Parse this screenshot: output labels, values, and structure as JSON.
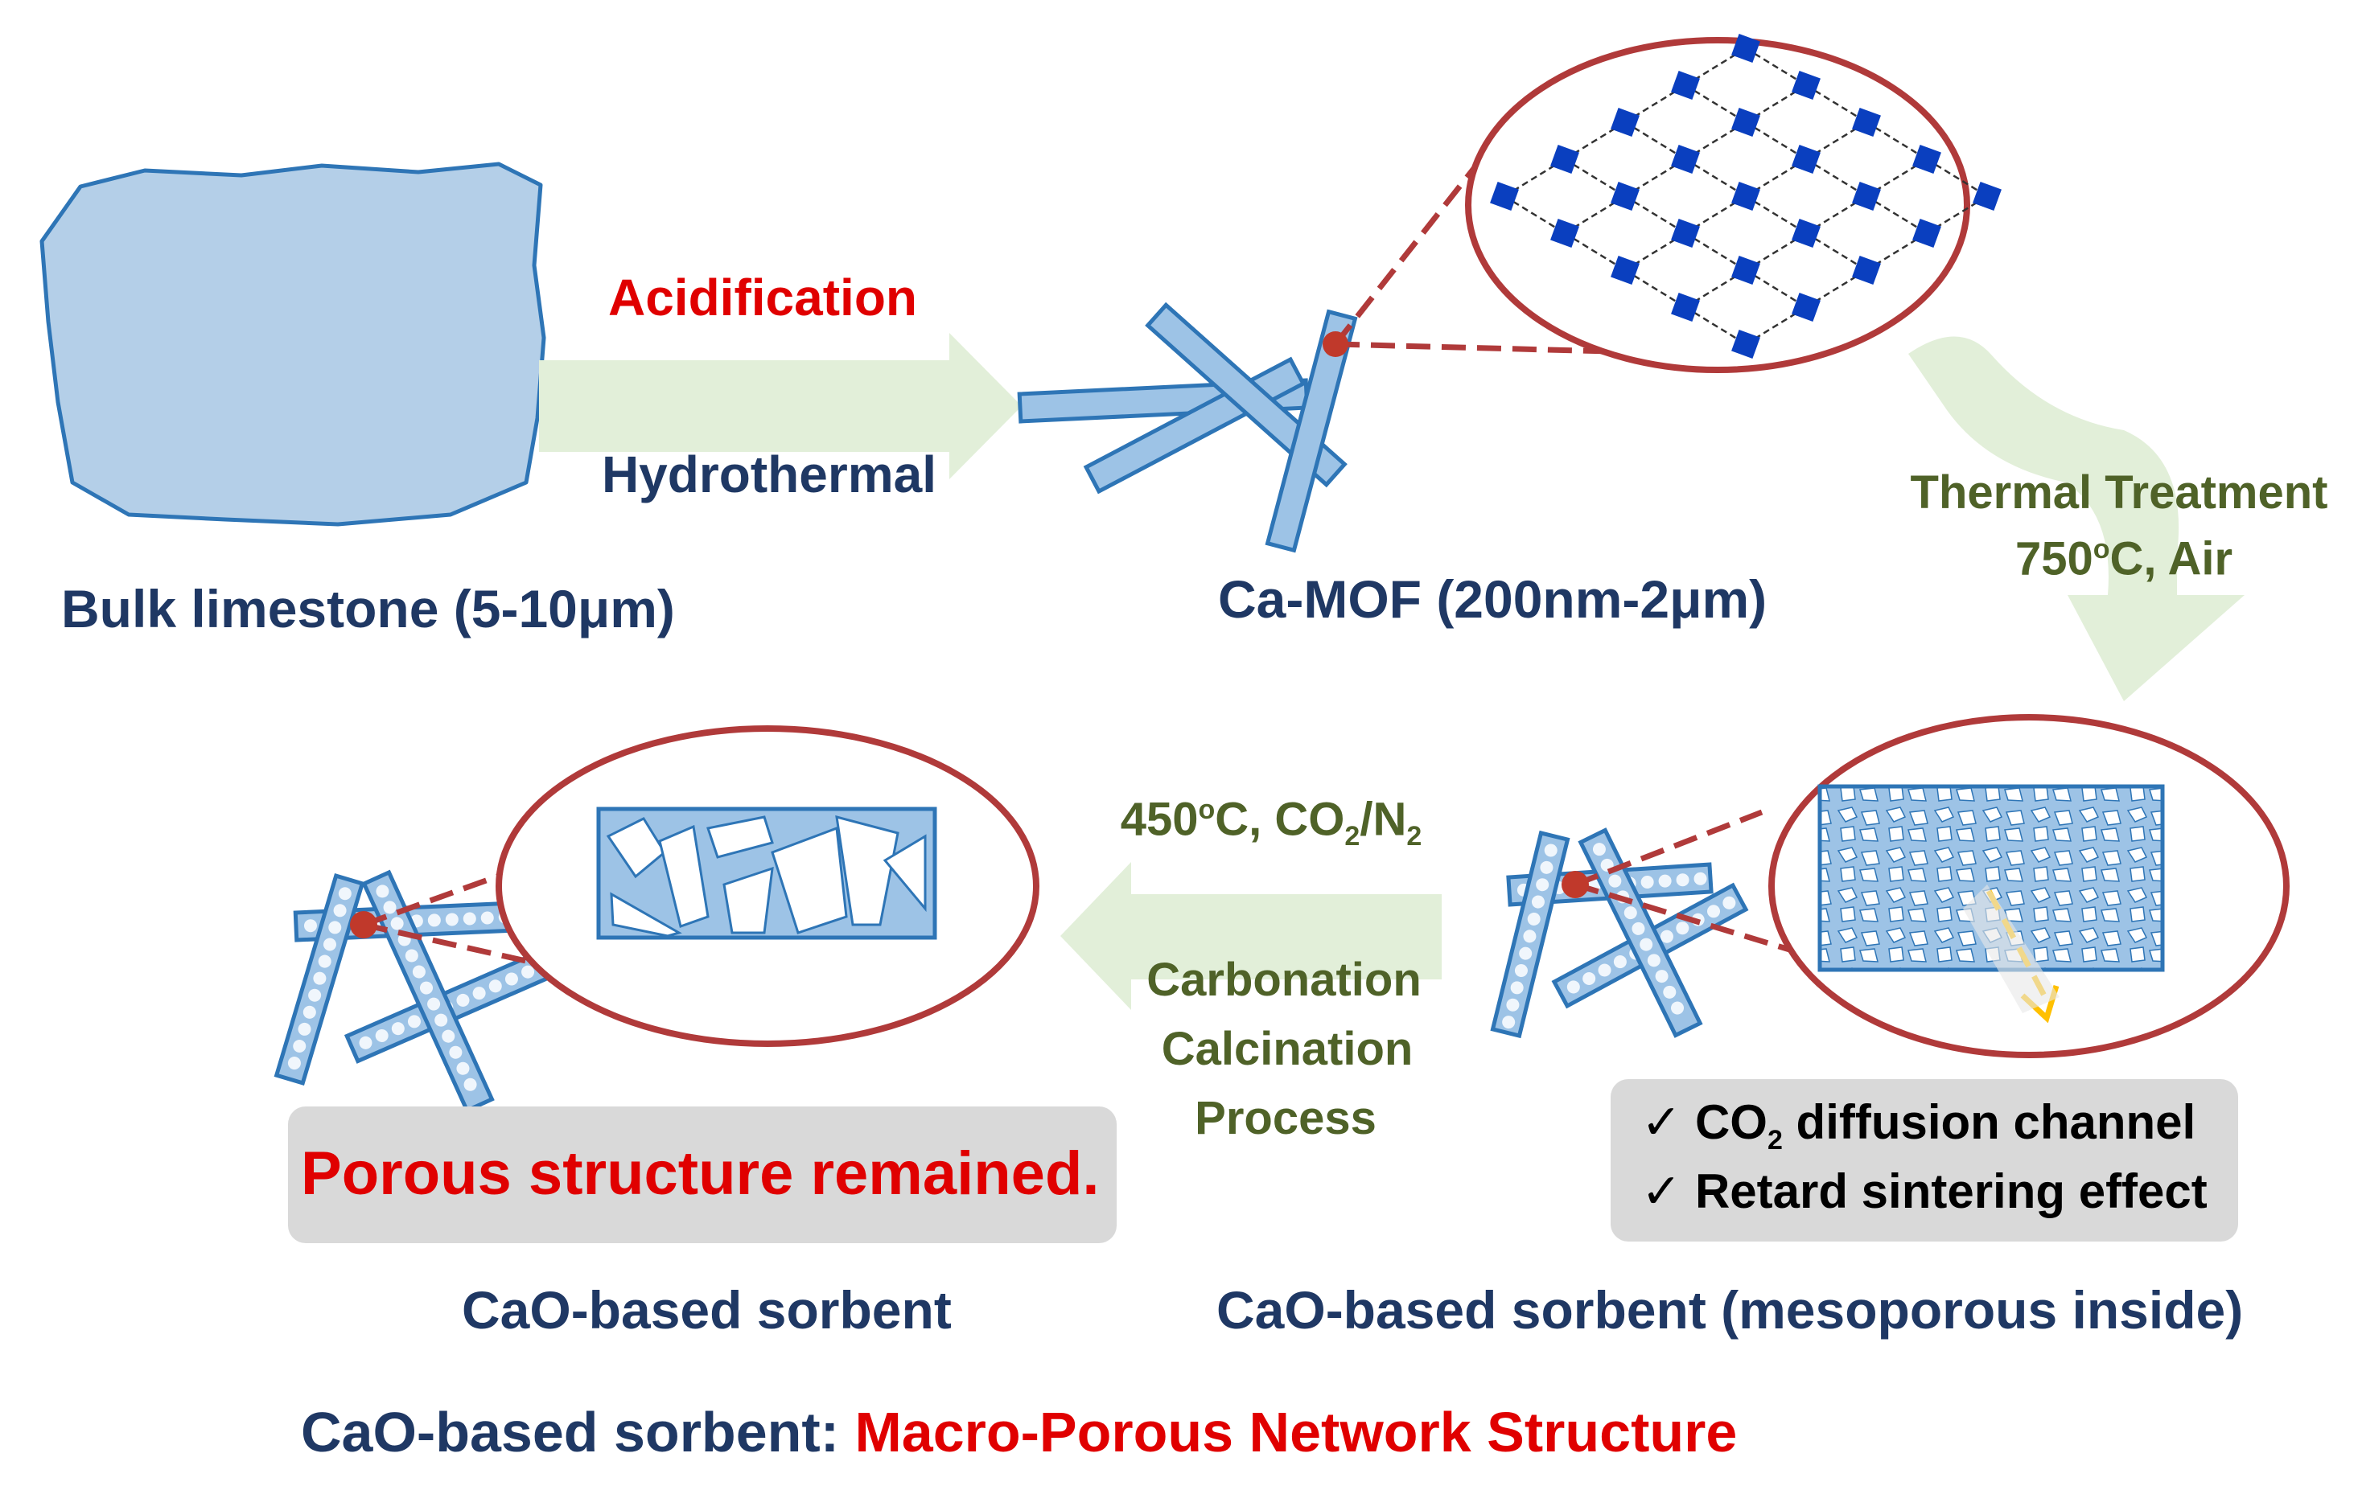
{
  "colors": {
    "navy": "#1f3864",
    "red": "#e00000",
    "olive": "#4f6228",
    "rod_fill": "#9dc3e6",
    "rod_stroke": "#2e75b6",
    "arrow_green": "#e2efd9",
    "ellipse_stroke": "#b03a3a",
    "node_blue": "#0a3fbf",
    "highlight_box": "#d9d9d9",
    "diffusion_arrow": "#ffc000"
  },
  "labels": {
    "bulk_limestone": "Bulk limestone (5-10μm)",
    "acidification": "Acidification",
    "hydrothermal": "Hydrothermal",
    "ca_mof": "Ca-MOF (200nm-2μm)",
    "thermal_treatment": "Thermal Treatment",
    "thermal_temp": "750",
    "thermal_temp_sup": "o",
    "thermal_air": "C, Air",
    "carb_temp": "450",
    "carb_temp_sup": "o",
    "carb_gas_pre": "C, CO",
    "carb_gas_sub1": "2",
    "carb_gas_mid": "/N",
    "carb_gas_sub2": "2",
    "carbonation": "Carbonation",
    "calcination": "Calcination",
    "process": "Process",
    "check_mark": "✓",
    "co2_prefix": "CO",
    "co2_sub": "2",
    "co2_channel_rest": " diffusion channel",
    "retard_sintering": "Retard sintering effect",
    "porous_remained": "Porous structure remained.",
    "cao_sorbent_left": "CaO-based  sorbent",
    "cao_sorbent_right": "CaO-based sorbent (mesoporous inside)",
    "bottom_prefix": "CaO-based sorbent: ",
    "bottom_highlight": "Macro-Porous Network Structure"
  },
  "icons": [
    "bulk-limestone-shape",
    "ca-mof-rods",
    "mof-lattice-zoom",
    "porous-rods",
    "mesoporous-zoom",
    "carbonated-zoom",
    "process-arrow"
  ]
}
